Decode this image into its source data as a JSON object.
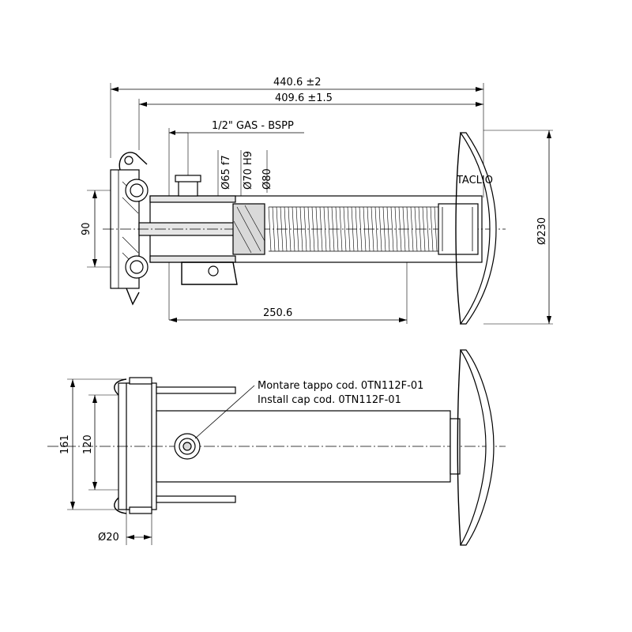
{
  "dimensions": {
    "overall_length": "440.6 ±2",
    "tube_length": "409.6 ±1.5",
    "port_thread": "1/2\" GAS - BSPP",
    "diameter_65": "Ø65 f7",
    "diameter_70": "Ø70 H9",
    "diameter_80": "Ø80",
    "pin_spacing": "90",
    "stroke": "250.6",
    "foot_diameter": "Ø230",
    "bracket_width": "161",
    "bracket_inner": "120",
    "pin_diameter": "Ø20"
  },
  "notes": {
    "install_cap_it": "Montare tappo cod. 0TN112F-01",
    "install_cap_en": "Install cap cod. 0TN112F-01",
    "foot_label": "TACLIO"
  }
}
